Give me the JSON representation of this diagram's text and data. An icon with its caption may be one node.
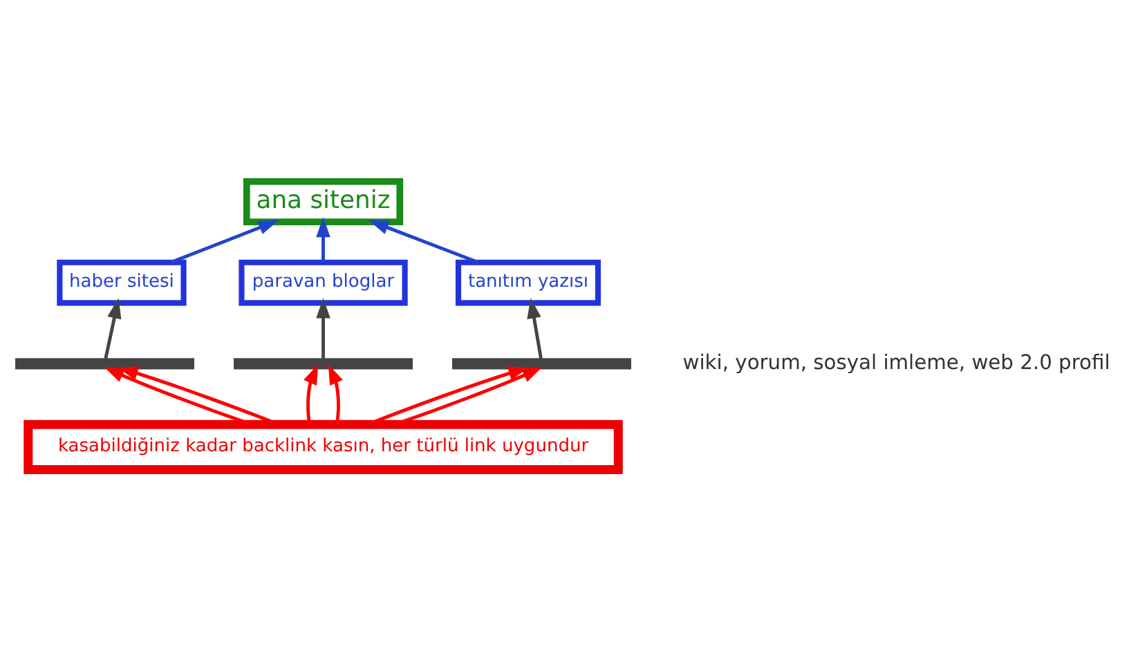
{
  "diagram": {
    "nodes": [
      {
        "text": [
          "ana siteniz"
        ]
      },
      {
        "text": [
          "haber sitesi"
        ]
      },
      {
        "text": [
          "paravan bloglar"
        ]
      },
      {
        "text": [
          "tanıtım yazısı"
        ]
      },
      {
        "text": [],
        "shape": "bar"
      },
      {
        "text": [],
        "shape": "bar"
      },
      {
        "text": [],
        "shape": "bar"
      },
      {
        "text": [
          "kasabildiğiniz kadar backlink kasın, her türlü link uygundur"
        ]
      }
    ],
    "edges": [
      {
        "from": 7,
        "to": 4,
        "arrow": "to",
        "color": "#ff0000"
      },
      {
        "from": 7,
        "to": 4,
        "arrow": "to",
        "color": "#ff0000"
      },
      {
        "from": 7,
        "to": 5,
        "arrow": "to",
        "color": "#ff0000"
      },
      {
        "from": 7,
        "to": 5,
        "arrow": "to",
        "color": "#ff0000"
      },
      {
        "from": 7,
        "to": 6,
        "arrow": "to",
        "color": "#ff0000"
      },
      {
        "from": 7,
        "to": 6,
        "arrow": "to",
        "color": "#ff0000"
      },
      {
        "from": 4,
        "to": 1,
        "arrow": "to",
        "color": "#444444"
      },
      {
        "from": 5,
        "to": 2,
        "arrow": "to",
        "color": "#444444"
      },
      {
        "from": 6,
        "to": 3,
        "arrow": "to",
        "color": "#444444"
      },
      {
        "from": 1,
        "to": 0,
        "arrow": "to",
        "color": "#2244cc"
      },
      {
        "from": 2,
        "to": 0,
        "arrow": "to",
        "color": "#2244cc"
      },
      {
        "from": 3,
        "to": 0,
        "arrow": "to",
        "color": "#2244cc"
      }
    ],
    "labels": [
      "wiki, yorum, sosyal imleme, web 2.0 profil"
    ]
  }
}
